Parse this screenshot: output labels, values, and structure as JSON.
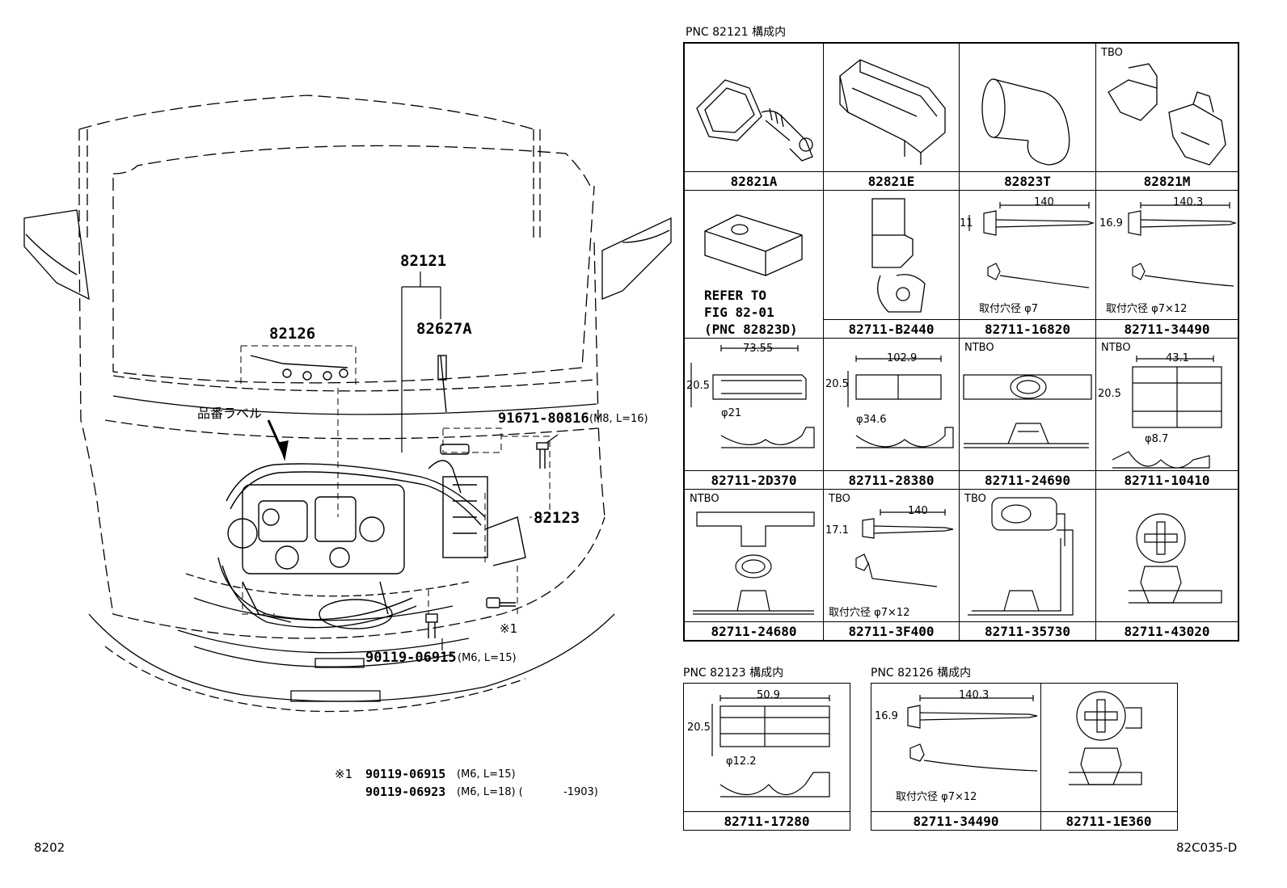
{
  "main": {
    "callouts": {
      "c82121": "82121",
      "c82627a": "82627A",
      "c82126": "82126",
      "c82123": "82123",
      "label_jp": "品番ラベル",
      "bolt1_part": "91671-80816",
      "bolt1_spec": "(M8, L=16)",
      "bolt2_part": "90119-06915",
      "bolt2_spec": "(M6, L=15)",
      "note_mark": "※1"
    },
    "footnote": {
      "mark": "※1",
      "line1_part": "90119-06915",
      "line1_spec": "(M6, L=15)",
      "line2_part": "90119-06923",
      "line2_spec": "(M6, L=18) (",
      "line2_tail": "-1903)"
    },
    "page_id": "8202",
    "figure_code": "82C035-D"
  },
  "table1": {
    "title": "PNC 82121 構成内",
    "cells": [
      {
        "label": "82821A",
        "tag": ""
      },
      {
        "label": "82821E",
        "tag": ""
      },
      {
        "label": "82823T",
        "tag": ""
      },
      {
        "label": "82821M",
        "tag": "TBO"
      },
      {
        "label": "",
        "tag": "",
        "refer": [
          "REFER TO",
          "FIG 82-01",
          "(PNC 82823D)"
        ]
      },
      {
        "label": "82711-B2440",
        "tag": ""
      },
      {
        "label": "82711-16820",
        "tag": "",
        "dim_len": "140",
        "dim_h": "11",
        "hole": "取付穴径 φ7"
      },
      {
        "label": "82711-34490",
        "tag": "",
        "dim_len": "140.3",
        "dim_h": "16.9",
        "hole": "取付穴径 φ7×12"
      },
      {
        "label": "82711-2D370",
        "tag": "",
        "dim_len": "73.55",
        "dim_h": "20.5",
        "dia": "φ21"
      },
      {
        "label": "82711-28380",
        "tag": "",
        "dim_len": "102.9",
        "dim_h": "20.5",
        "dia": "φ34.6"
      },
      {
        "label": "82711-24690",
        "tag": "NTBO"
      },
      {
        "label": "82711-10410",
        "tag": "NTBO",
        "dim_len": "43.1",
        "dim_h": "20.5",
        "dia": "φ8.7"
      },
      {
        "label": "82711-24680",
        "tag": "NTBO"
      },
      {
        "label": "82711-3F400",
        "tag": "TBO",
        "dim_len": "140",
        "dim_h": "17.1",
        "hole": "取付穴径 φ7×12"
      },
      {
        "label": "82711-35730",
        "tag": "TBO"
      },
      {
        "label": "82711-43020",
        "tag": ""
      }
    ]
  },
  "table2": {
    "title": "PNC 82123 構成内",
    "label": "82711-17280",
    "dim_len": "50.9",
    "dim_h": "20.5",
    "dia": "φ12.2"
  },
  "table3": {
    "title": "PNC 82126 構成内",
    "cells": [
      {
        "label": "82711-34490",
        "dim_len": "140.3",
        "dim_h": "16.9",
        "hole": "取付穴径 φ7×12"
      },
      {
        "label": "82711-1E360"
      }
    ]
  }
}
